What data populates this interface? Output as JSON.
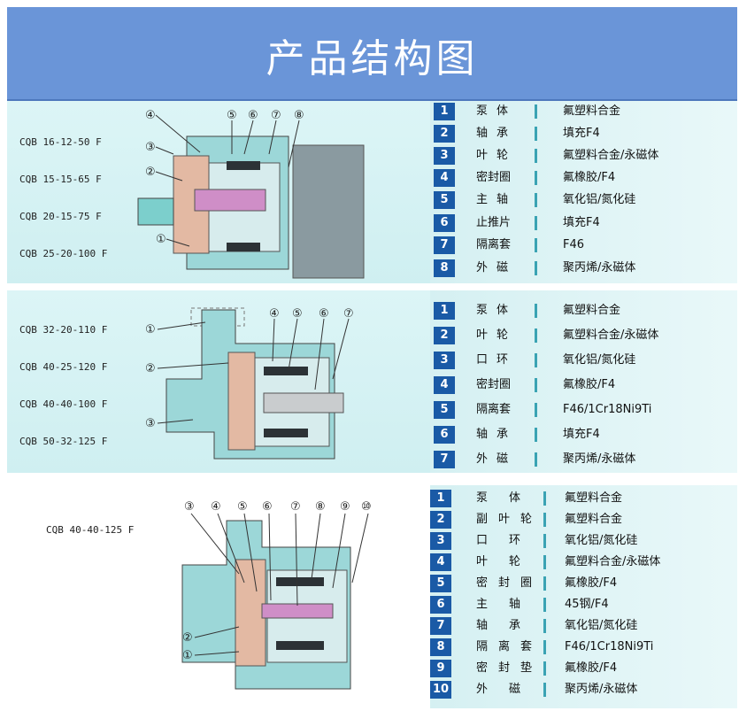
{
  "title": "产品结构图",
  "sections": [
    {
      "models": [
        "CQB 16-12-50 F",
        "CQB 15-15-65 F",
        "CQB 20-15-75 F",
        "CQB 25-20-100 F"
      ],
      "callouts": [
        "①",
        "②",
        "③",
        "④",
        "⑤",
        "⑥",
        "⑦",
        "⑧"
      ],
      "parts": [
        {
          "no": "1",
          "name": "泵体",
          "material": "氟塑料合金"
        },
        {
          "no": "2",
          "name": "轴承",
          "material": "填充F4"
        },
        {
          "no": "3",
          "name": "叶轮",
          "material": "氟塑料合金/永磁体"
        },
        {
          "no": "4",
          "name": "密封圈",
          "material": "氟橡胶/F4"
        },
        {
          "no": "5",
          "name": "主轴",
          "material": "氧化铝/氮化硅"
        },
        {
          "no": "6",
          "name": "止推片",
          "material": "填充F4"
        },
        {
          "no": "7",
          "name": "隔离套",
          "material": "F46"
        },
        {
          "no": "8",
          "name": "外磁",
          "material": "聚丙烯/永磁体"
        }
      ]
    },
    {
      "models": [
        "CQB 32-20-110 F",
        "CQB 40-25-120 F",
        "CQB 40-40-100 F",
        "CQB 50-32-125 F"
      ],
      "callouts": [
        "①",
        "②",
        "③",
        "④",
        "⑤",
        "⑥",
        "⑦"
      ],
      "parts": [
        {
          "no": "1",
          "name": "泵体",
          "material": "氟塑料合金"
        },
        {
          "no": "2",
          "name": "叶轮",
          "material": "氟塑料合金/永磁体"
        },
        {
          "no": "3",
          "name": "口环",
          "material": "氧化铝/氮化硅"
        },
        {
          "no": "4",
          "name": "密封圈",
          "material": "氟橡胶/F4"
        },
        {
          "no": "5",
          "name": "隔离套",
          "material": "F46/1Cr18Ni9Ti"
        },
        {
          "no": "6",
          "name": "轴承",
          "material": "填充F4"
        },
        {
          "no": "7",
          "name": "外磁",
          "material": "聚丙烯/永磁体"
        }
      ]
    },
    {
      "models": [
        "CQB 40-40-125 F"
      ],
      "callouts": [
        "①",
        "②",
        "③",
        "④",
        "⑤",
        "⑥",
        "⑦",
        "⑧",
        "⑨",
        "⑩"
      ],
      "parts": [
        {
          "no": "1",
          "name": "泵体",
          "material": "氟塑料合金"
        },
        {
          "no": "2",
          "name": "副叶轮",
          "material": "氟塑料合金"
        },
        {
          "no": "3",
          "name": "口环",
          "material": "氧化铝/氮化硅"
        },
        {
          "no": "4",
          "name": "叶轮",
          "material": "氟塑料合金/永磁体"
        },
        {
          "no": "5",
          "name": "密封圈",
          "material": "氟橡胶/F4"
        },
        {
          "no": "6",
          "name": "主轴",
          "material": "45钢/F4"
        },
        {
          "no": "7",
          "name": "轴承",
          "material": "氧化铝/氮化硅"
        },
        {
          "no": "8",
          "name": "隔离套",
          "material": "F46/1Cr18Ni9Ti"
        },
        {
          "no": "9",
          "name": "密封垫",
          "material": "氟橡胶/F4"
        },
        {
          "no": "10",
          "name": "外磁",
          "material": "聚丙烯/永磁体"
        }
      ]
    }
  ]
}
